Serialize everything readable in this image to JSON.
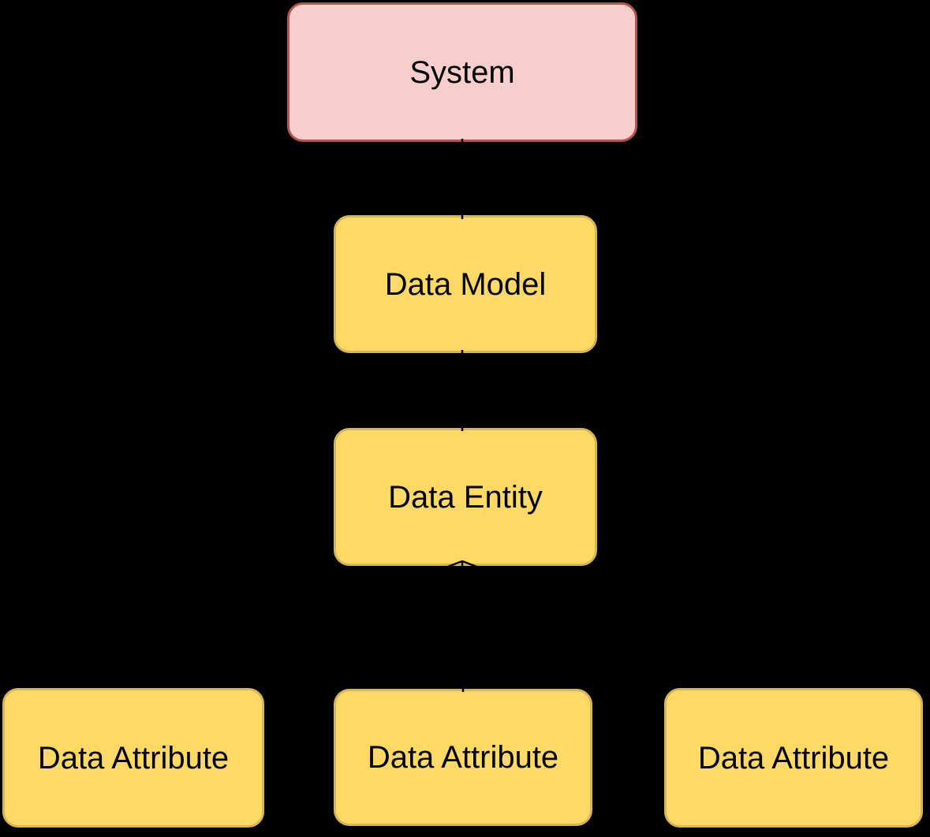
{
  "diagram": {
    "background_color": "#000000",
    "edge_color": "#000000",
    "text_color": "#000000",
    "nodes": [
      {
        "id": "system",
        "label": "System",
        "fill": "#f8cecc",
        "stroke": "#b85450"
      },
      {
        "id": "data-model",
        "label": "Data Model",
        "fill": "#ffd966",
        "stroke": "#d6b656"
      },
      {
        "id": "data-entity",
        "label": "Data Entity",
        "fill": "#ffd966",
        "stroke": "#d6b656"
      },
      {
        "id": "data-attribute-1",
        "label": "Data Attribute",
        "fill": "#ffd966",
        "stroke": "#d6b656"
      },
      {
        "id": "data-attribute-2",
        "label": "Data Attribute",
        "fill": "#ffd966",
        "stroke": "#d6b656"
      },
      {
        "id": "data-attribute-3",
        "label": "Data Attribute",
        "fill": "#ffd966",
        "stroke": "#d6b656"
      }
    ],
    "edges": [
      {
        "from": "system",
        "to": "data-model"
      },
      {
        "from": "data-model",
        "to": "data-entity"
      },
      {
        "from": "data-entity",
        "to": "data-attribute-1"
      },
      {
        "from": "data-entity",
        "to": "data-attribute-2"
      },
      {
        "from": "data-entity",
        "to": "data-attribute-3"
      }
    ]
  }
}
